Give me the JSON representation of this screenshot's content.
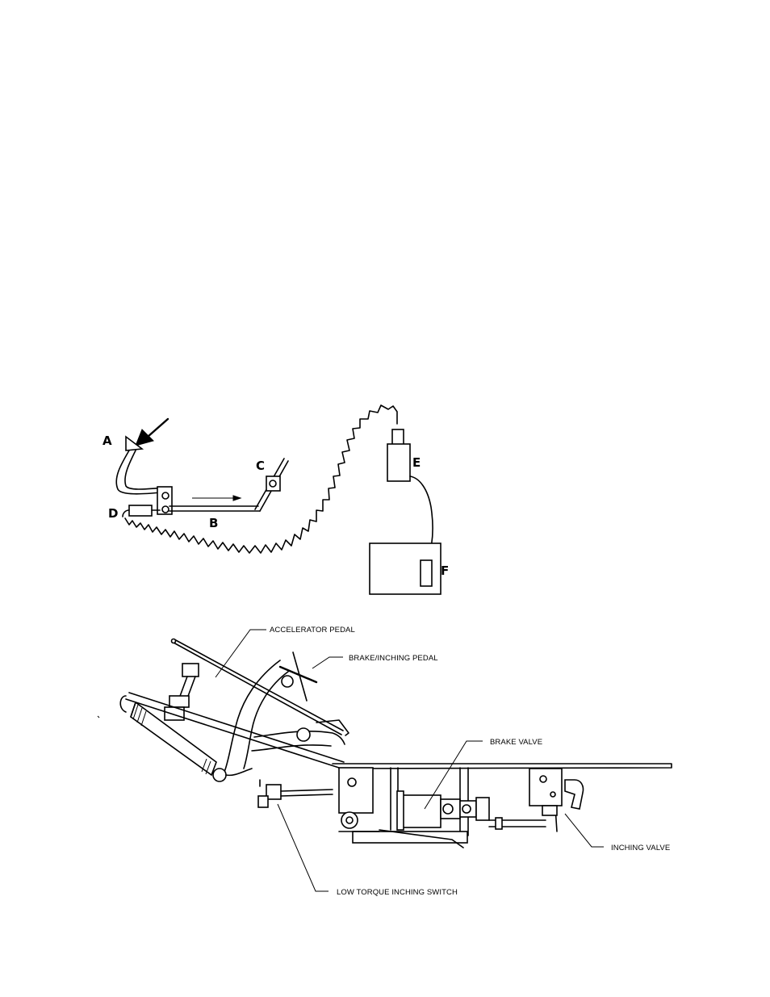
{
  "schematic": {
    "labels": {
      "a": "A",
      "b": "B",
      "c": "C",
      "d": "D",
      "e": "E",
      "f": "F"
    }
  },
  "assembly": {
    "callouts": {
      "accelerator_pedal": "ACCELERATOR PEDAL",
      "brake_inching_pedal": "BRAKE/INCHING PEDAL",
      "brake_valve": "BRAKE VALVE",
      "inching_valve": "INCHING VALVE",
      "low_torque_inching_switch": "LOW TORQUE INCHING SWITCH"
    }
  }
}
